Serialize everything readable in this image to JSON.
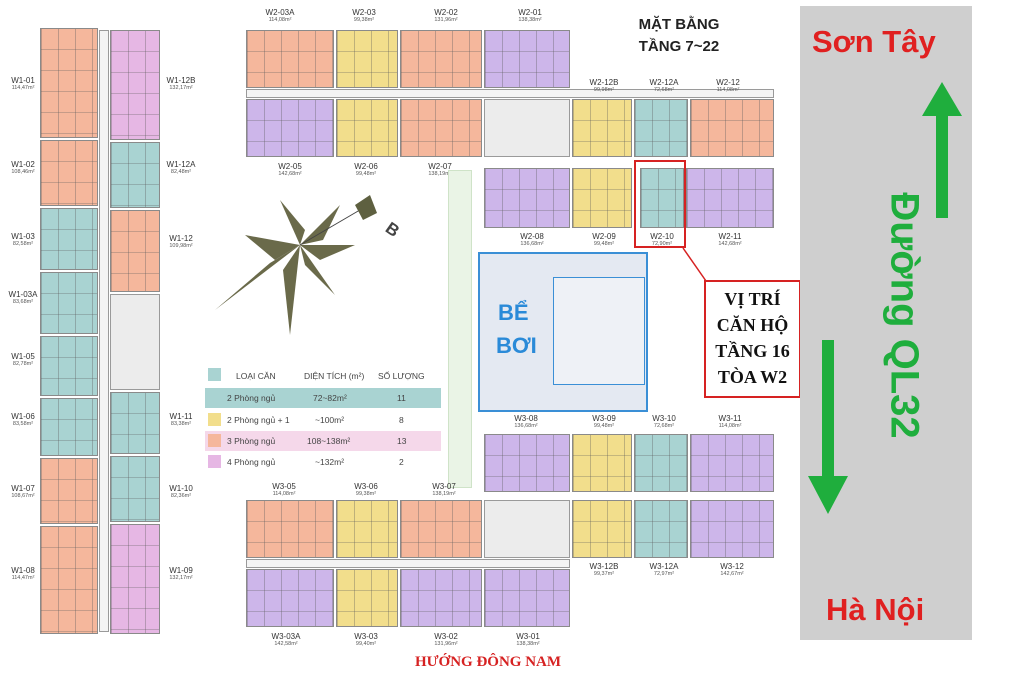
{
  "header": {
    "line1": "MẶT BẰNG",
    "line2": "TẦNG 7~22"
  },
  "road": {
    "top_city": "Sơn Tây",
    "road_name": "Đường QL32",
    "bottom_city": "Hà Nội",
    "arrow_color": "#1fae3d",
    "text_color": "#e02020"
  },
  "compass": {
    "letter": "B"
  },
  "pool": {
    "line1": "BỂ",
    "line2": "BƠI"
  },
  "callout": {
    "lines": [
      "VỊ TRÍ",
      "CĂN HỘ",
      "TẦNG 16",
      "TÒA W2"
    ],
    "border_color": "#d62222"
  },
  "footer": {
    "direction": "HƯỚNG ĐÔNG NAM"
  },
  "legend": {
    "headers": [
      "LOẠI CĂN",
      "DIỆN TÍCH (m²)",
      "SỐ LƯỢNG"
    ],
    "rows": [
      {
        "type": "2 Phòng ngủ",
        "area": "72~82m²",
        "count": "11",
        "color": "#a9d3d2"
      },
      {
        "type": "2 Phòng ngủ + 1",
        "area": "~100m²",
        "count": "8",
        "color": "#f2de8c"
      },
      {
        "type": "3 Phòng ngủ",
        "area": "108~138m²",
        "count": "13",
        "color": "#f5b79c"
      },
      {
        "type": "4 Phòng ngủ",
        "area": "~132m²",
        "count": "2",
        "color": "#e6b7e4"
      }
    ]
  },
  "units": {
    "W1_01": {
      "name": "W1-01",
      "area": "114,47m²"
    },
    "W1_02": {
      "name": "W1-02",
      "area": "108,46m²"
    },
    "W1_03": {
      "name": "W1-03",
      "area": "82,58m²"
    },
    "W1_03A": {
      "name": "W1-03A",
      "area": "83,68m²"
    },
    "W1_05": {
      "name": "W1-05",
      "area": "82,78m²"
    },
    "W1_06": {
      "name": "W1-06",
      "area": "83,58m²"
    },
    "W1_07": {
      "name": "W1-07",
      "area": "108,67m²"
    },
    "W1_08": {
      "name": "W1-08",
      "area": "114,47m²"
    },
    "W1_12B": {
      "name": "W1-12B",
      "area": "132,17m²"
    },
    "W1_12A": {
      "name": "W1-12A",
      "area": "82,48m²"
    },
    "W1_12": {
      "name": "W1-12",
      "area": "109,98m²"
    },
    "W1_11": {
      "name": "W1-11",
      "area": "83,38m²"
    },
    "W1_10": {
      "name": "W1-10",
      "area": "82,36m²"
    },
    "W1_09": {
      "name": "W1-09",
      "area": "132,17m²"
    },
    "W2_03A": {
      "name": "W2-03A",
      "area": "114,08m²"
    },
    "W2_03": {
      "name": "W2-03",
      "area": "99,38m²"
    },
    "W2_02": {
      "name": "W2-02",
      "area": "131,96m²"
    },
    "W2_01": {
      "name": "W2-01",
      "area": "138,38m²"
    },
    "W2_12B": {
      "name": "W2-12B",
      "area": "99,98m²"
    },
    "W2_12A": {
      "name": "W2-12A",
      "area": "72,68m²"
    },
    "W2_12": {
      "name": "W2-12",
      "area": "114,08m²"
    },
    "W2_05": {
      "name": "W2-05",
      "area": "142,68m²"
    },
    "W2_06": {
      "name": "W2-06",
      "area": "99,48m²"
    },
    "W2_07": {
      "name": "W2-07",
      "area": "138,19m²"
    },
    "W2_08": {
      "name": "W2-08",
      "area": "136,68m²"
    },
    "W2_09": {
      "name": "W2-09",
      "area": "99,48m²"
    },
    "W2_10": {
      "name": "W2-10",
      "area": "72,90m²"
    },
    "W2_11": {
      "name": "W2-11",
      "area": "142,68m²"
    },
    "W3_08": {
      "name": "W3-08",
      "area": "136,68m²"
    },
    "W3_09": {
      "name": "W3-09",
      "area": "99,48m²"
    },
    "W3_10": {
      "name": "W3-10",
      "area": "72,68m²"
    },
    "W3_11": {
      "name": "W3-11",
      "area": "114,08m²"
    },
    "W3_05": {
      "name": "W3-05",
      "area": "114,08m²"
    },
    "W3_06": {
      "name": "W3-06",
      "area": "99,38m²"
    },
    "W3_07": {
      "name": "W3-07",
      "area": "138,19m²"
    },
    "W3_12B": {
      "name": "W3-12B",
      "area": "99,37m²"
    },
    "W3_12A": {
      "name": "W3-12A",
      "area": "72,97m²"
    },
    "W3_12": {
      "name": "W3-12",
      "area": "142,67m²"
    },
    "W3_03A": {
      "name": "W3-03A",
      "area": "142,58m²"
    },
    "W3_03": {
      "name": "W3-03",
      "area": "99,40m²"
    },
    "W3_02": {
      "name": "W3-02",
      "area": "131,96m²"
    },
    "W3_01": {
      "name": "W3-01",
      "area": "138,38m²"
    }
  }
}
